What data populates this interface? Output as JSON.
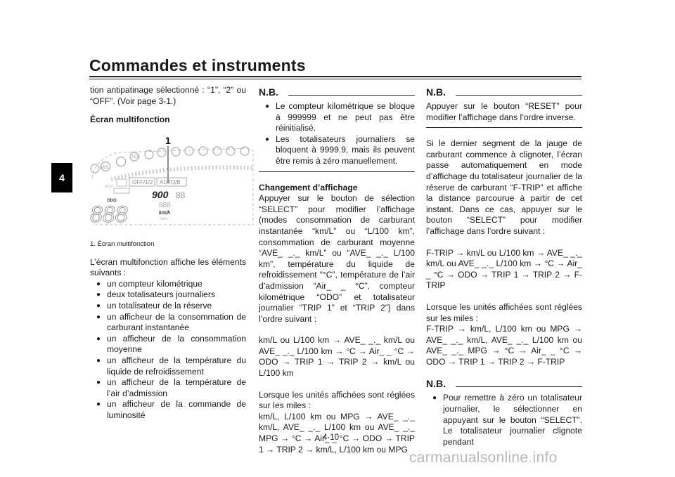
{
  "header": {
    "title": "Commandes et instruments"
  },
  "chapter_tab": "4",
  "page_number": "4-10",
  "watermark": "carmanualsonline.info",
  "col1": {
    "intro": "tion antipatinage sélectionné : “1”, “2” ou “OFF”. (Voir page 3-1.)",
    "heading": "Écran multifonction",
    "figure_callout": "1",
    "figure_readout": {
      "odo_label": "ODO",
      "speed_unit": "km/h",
      "trip_value": "900",
      "mode_1": "OFF/1/2",
      "mode_2": "AUTO/B"
    },
    "caption": "1.  Écran multifonction",
    "body": "L’écran multifonction affiche les éléments suivants :",
    "items": [
      "un compteur kilométrique",
      "deux totalisateurs journaliers",
      "un totalisateur de la réserve",
      "un afficheur de la consommation de carburant instantanée",
      "un afficheur de la consommation moyenne",
      "un afficheur de la température du liquide de refroidissement",
      "un afficheur de la température de l’air d’admission",
      "un afficheur de la commande de luminosité"
    ]
  },
  "col2": {
    "nb_label": "N.B.",
    "nb_items": [
      "Le compteur kilométrique se bloque à 999999 et ne peut pas être réinitialisé.",
      "Les totalisateurs journaliers se bloquent à 9999.9, mais ils peuvent être remis à zéro manuellement."
    ],
    "heading": "Changement d’affichage",
    "p1": "Appuyer sur le bouton de sélection “SELECT” pour modifier l’affichage (modes consommation de carburant instantanée “km/L” ou “L/100 km”, consommation de carburant moyenne “AVE_ _._ km/L” ou “AVE_ _._ L/100 km”, température du liquide de refroidissement “°C”, température de l’air d’admission “Air_ _ °C”, compteur kilométrique “ODO” et totalisateur journalier “TRIP 1” et “TRIP 2”) dans l’ordre suivant :",
    "p2": "km/L ou L/100 km → AVE_ _._ km/L ou AVE_ _._ L/100 km → °C → Air_ _ °C → ODO → TRIP 1 → TRIP 2 → km/L ou L/100 km",
    "p3": "Lorsque les unités affichées sont réglées sur les miles :",
    "p4": "km/L, L/100 km ou MPG → AVE_ _._ km/L, AVE_ _._ L/100 km ou AVE_ _._ MPG → °C → Air_ _ °C → ODO → TRIP 1 → TRIP 2 → km/L, L/100 km ou MPG"
  },
  "col3": {
    "nb_label": "N.B.",
    "nb_text": "Appuyer sur le bouton “RESET” pour modifier l’affichage dans l’ordre inverse.",
    "p1": "Si le dernier segment de la jauge de carburant commence à clignoter, l’écran passe automatiquement en mode d’affichage du totalisateur journalier de la réserve de carburant “F-TRIP” et affiche la distance parcourue à partir de cet instant. Dans ce cas, appuyer sur le bouton “SELECT” pour modifier l’affichage dans l’ordre suivant :",
    "p2": "F-TRIP → km/L ou L/100 km → AVE_ _._ km/L ou AVE_ _._ L/100 km → °C → Air_ _ °C → ODO → TRIP 1 → TRIP 2 → F-TRIP",
    "p3": "Lorsque les unités affichées sont réglées sur les miles :",
    "p4": "F-TRIP → km/L, L/100 km ou MPG → AVE_ _._ km/L, AVE_ _._ L/100 km ou AVE_ _._ MPG → °C → Air_ _ °C → ODO → TRIP 1 → TRIP 2 → F-TRIP",
    "nb2_label": "N.B.",
    "nb2_item": "Pour remettre à zéro un totalisateur journalier, le sélectionner en appuyant sur le bouton “SELECT”. Le totalisateur journalier clignote pendant"
  }
}
